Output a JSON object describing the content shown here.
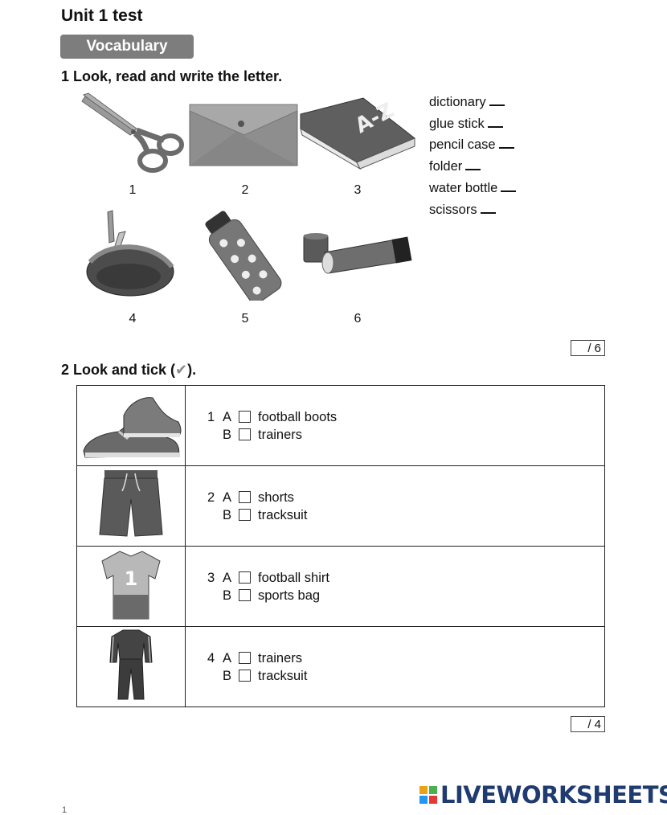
{
  "header": {
    "title": "Unit 1 test",
    "section": "Vocabulary"
  },
  "q1": {
    "heading": "1  Look, read and write the letter.",
    "images": [
      {
        "num": "1",
        "icon": "scissors-icon"
      },
      {
        "num": "2",
        "icon": "folder-icon"
      },
      {
        "num": "3",
        "icon": "dictionary-icon",
        "cover_text": "A-Z"
      },
      {
        "num": "4",
        "icon": "pencil-case-icon"
      },
      {
        "num": "5",
        "icon": "water-bottle-icon"
      },
      {
        "num": "6",
        "icon": "glue-stick-icon"
      }
    ],
    "words": [
      "dictionary",
      "glue stick",
      "pencil case",
      "folder",
      "water bottle",
      "scissors"
    ],
    "score": "/ 6"
  },
  "q2": {
    "heading": "2  Look and tick (",
    "heading_end": ").",
    "tick_symbol": "✔",
    "rows": [
      {
        "num": "1",
        "icon": "trainers-icon",
        "a": "football boots",
        "b": "trainers"
      },
      {
        "num": "2",
        "icon": "shorts-icon",
        "a": "shorts",
        "b": "tracksuit"
      },
      {
        "num": "3",
        "icon": "football-shirt-icon",
        "shirt_number": "1",
        "a": "football shirt",
        "b": "sports bag"
      },
      {
        "num": "4",
        "icon": "tracksuit-icon",
        "a": "trainers",
        "b": "tracksuit"
      }
    ],
    "label_a": "A",
    "label_b": "B",
    "score": "/ 4"
  },
  "footer": {
    "brand": "LIVEWORKSHEETS",
    "page_number": "1"
  },
  "colors": {
    "pill": "#7d7d7d",
    "brand": "#1f3b70",
    "brand_squares": [
      "#e8a317",
      "#4caf50",
      "#2196f3",
      "#e53935"
    ]
  }
}
